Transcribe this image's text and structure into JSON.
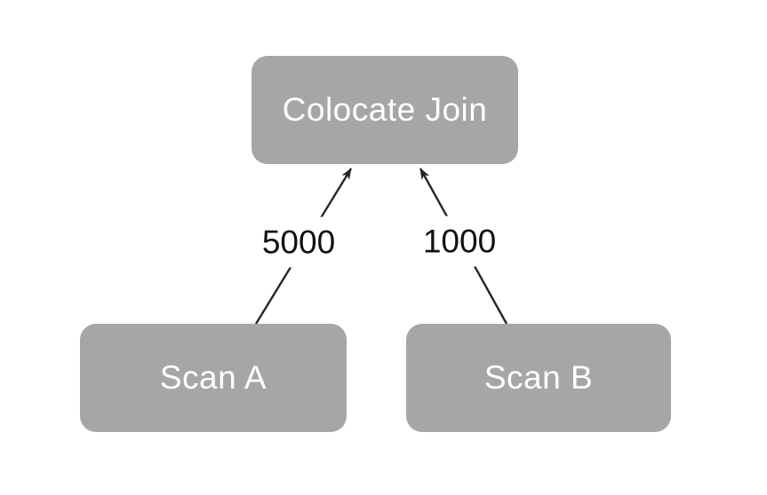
{
  "diagram": {
    "nodes": [
      {
        "id": "colocate-join",
        "label": "Colocate Join"
      },
      {
        "id": "scan-a",
        "label": "Scan A"
      },
      {
        "id": "scan-b",
        "label": "Scan B"
      }
    ],
    "edges": [
      {
        "from": "scan-a",
        "to": "colocate-join",
        "label": "5000"
      },
      {
        "from": "scan-b",
        "to": "colocate-join",
        "label": "1000"
      }
    ],
    "colors": {
      "background": "#ffffff",
      "node_fill": "#a6a6a6",
      "node_text": "#ffffff",
      "edge": "#262626",
      "edge_label_text": "#111111"
    }
  }
}
